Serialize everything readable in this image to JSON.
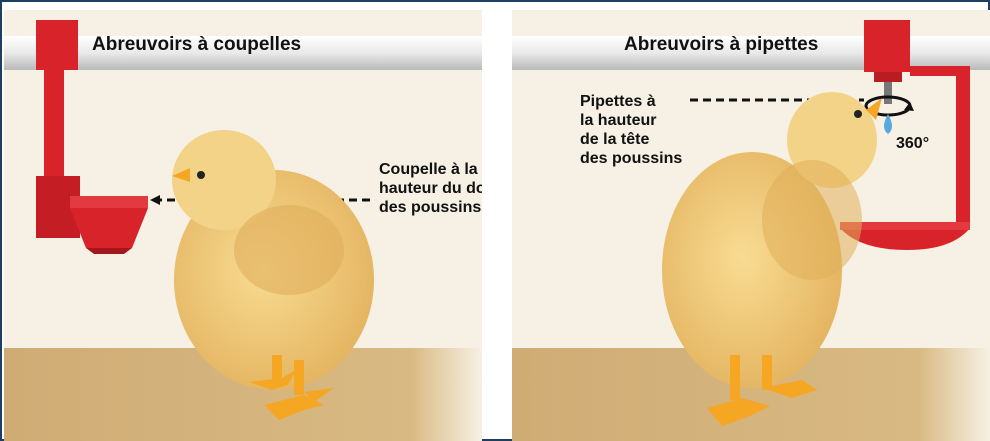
{
  "panels": [
    {
      "title": "Abreuvoirs à coupelles",
      "annotation": [
        "Coupelle à la",
        "hauteur du dos",
        "des poussins"
      ]
    },
    {
      "title": "Abreuvoirs à pipettes",
      "annotation": [
        "Pipettes à",
        "la hauteur",
        "de la tête",
        "des poussins"
      ],
      "rotation_label": "360°"
    }
  ],
  "colors": {
    "frame": "#1d3f63",
    "drinker_red": "#d8232a",
    "chick_yellow": "#f2cf7e",
    "beak_feet_orange": "#f5a623",
    "floor": "#d2b07a",
    "background": "#f6f1e4",
    "water_drop": "#5aa7e0"
  },
  "icons": [
    "cup-drinker-icon",
    "nipple-drinker-icon",
    "chick-icon",
    "rotation-arrow-icon",
    "water-drop-icon"
  ]
}
